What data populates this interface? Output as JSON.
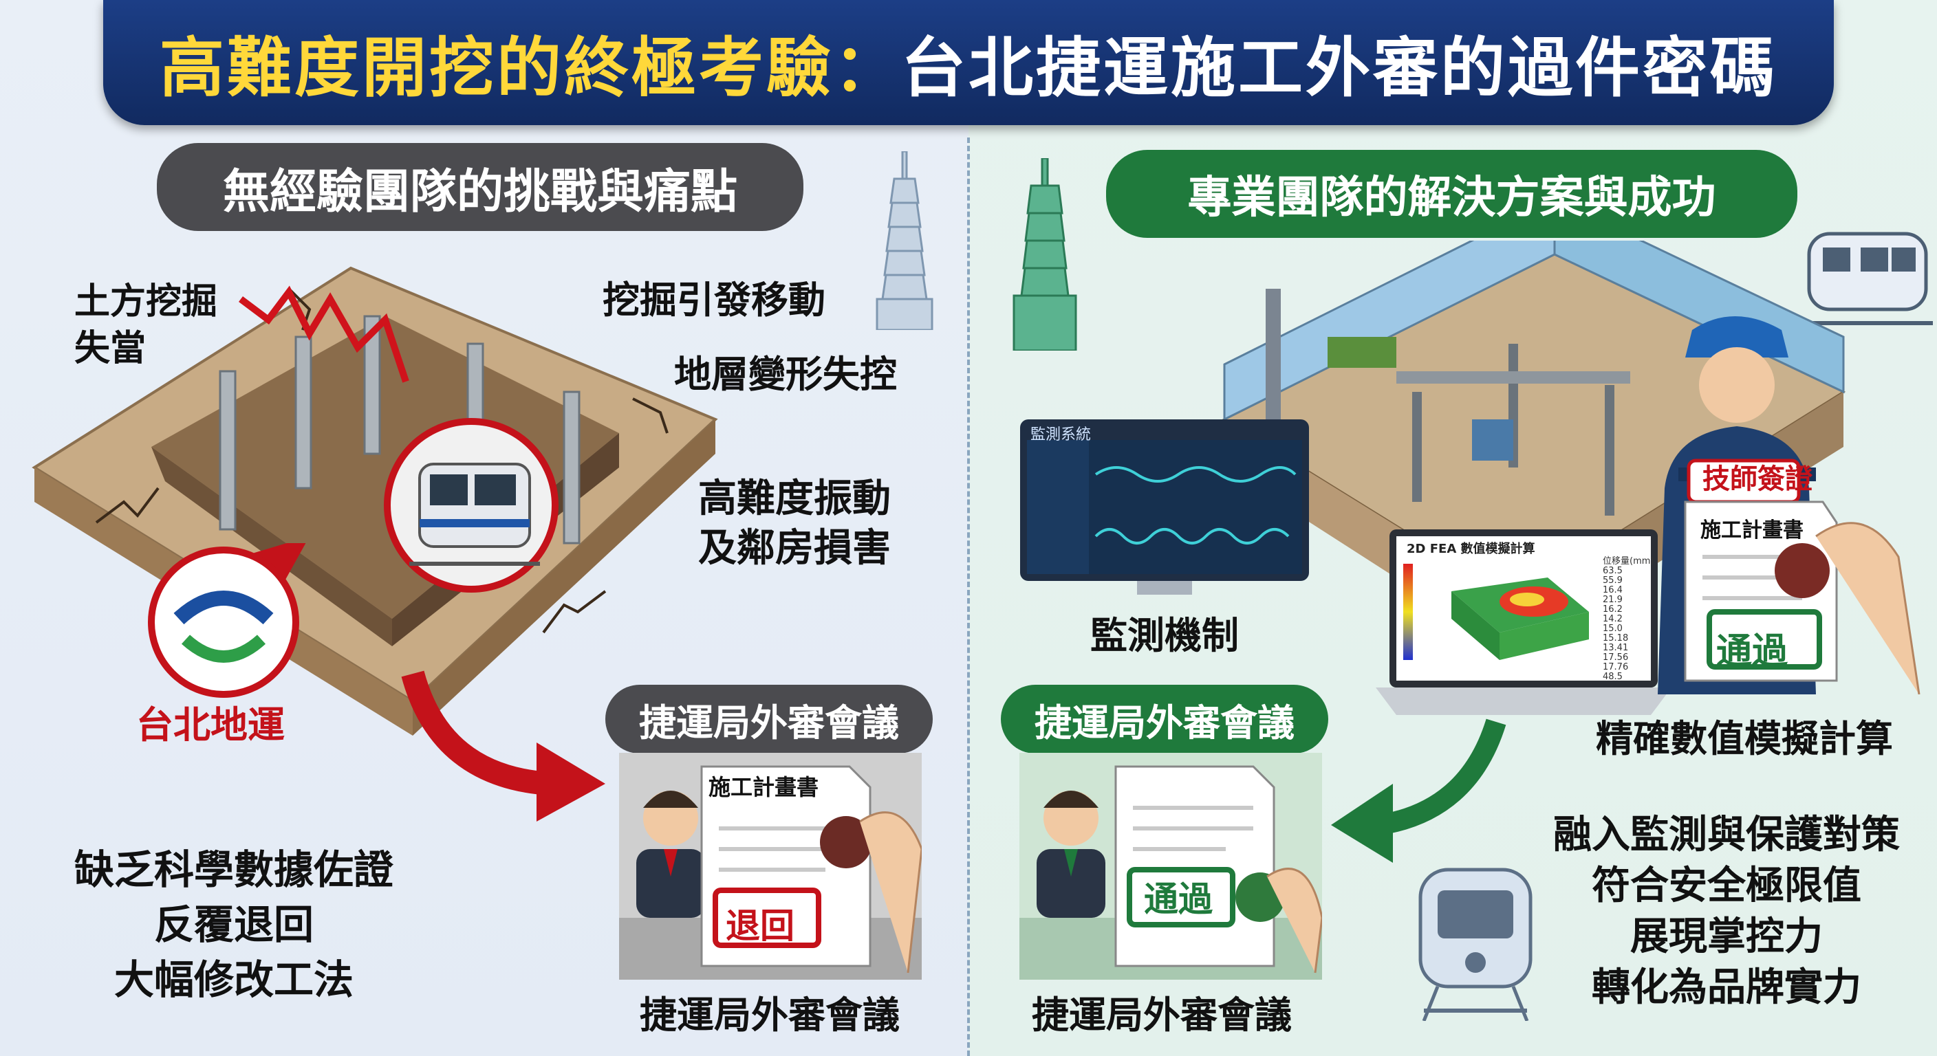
{
  "title": {
    "part1": "高難度開挖的終極考驗：",
    "part2": "台北捷運施工外審的過件密碼"
  },
  "left": {
    "header": "無經驗團隊的挑戰與痛點",
    "labels": {
      "excavation_line1": "土方挖掘",
      "excavation_line2": "失當",
      "movement": "挖掘引發移動",
      "deformation": "地層變形失控",
      "vibration_line1": "高難度振動",
      "vibration_line2": "及鄰房損害",
      "metro_logo_label": "台北地運"
    },
    "meeting_header": "捷運局外審會議",
    "meeting_footer": "捷運局外審會議",
    "doc_title": "施工計畫書",
    "stamp": "退回",
    "problems": [
      "缺乏科學數據佐證",
      "反覆退回",
      "大幅修改工法"
    ]
  },
  "right": {
    "header": "專業團隊的解決方案與成功",
    "labels": {
      "monitoring": "監測機制",
      "simulation": "精確數值模擬計算",
      "engineer_cert": "技師簽證",
      "doc_title": "施工計畫書",
      "stamp": "通過",
      "monitor_app": "監測系統",
      "fea_title": "2D FEA 數值模擬計算",
      "fea_legend_title": "位移量(mm)"
    },
    "fea_legend_values": [
      "63.5",
      "55.9",
      "16.4",
      "21.9",
      "16.2",
      "14.2",
      "15.0",
      "15.18",
      "13.41",
      "17.56",
      "17.76",
      "48.5"
    ],
    "meeting_header": "捷運局外審會議",
    "meeting_footer": "捷運局外審會議",
    "meeting_stamp": "通過",
    "benefits": [
      "融入監測與保護對策",
      "符合安全極限值",
      "展現掌控力",
      "轉化為品牌實力"
    ]
  },
  "colors": {
    "title_bg": "#112a60",
    "title_accent": "#ffd83a",
    "left_pill": "#4b4b4f",
    "right_pill": "#1f7a3c",
    "danger": "#c4121a",
    "success": "#1f7a3c",
    "soil": "#b89a76"
  }
}
